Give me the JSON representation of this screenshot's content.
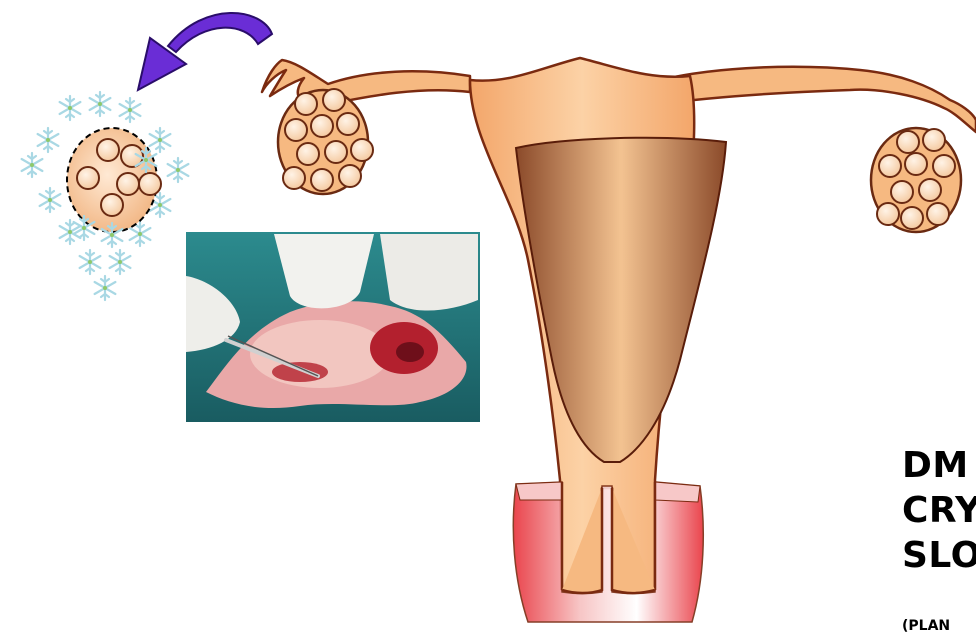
{
  "labels": {
    "line1": "DM",
    "line2": "CRY",
    "line3": "SLO",
    "line4": "(PLAN"
  },
  "icons": {
    "arrow": "curved-arrow-icon",
    "frozen_tissue": "frozen-ovarian-tissue-icon",
    "ovary": "ovary-follicles-icon",
    "uterus": "uterus-icon",
    "photo": "surgical-photo"
  },
  "colors": {
    "uterus_fill": "#f6b981",
    "uterus_outline": "#7a2a10",
    "cavity_dark": "#8b4a2a",
    "cavity_light": "#f3c391",
    "cervix": "#ef4a4a",
    "arrow": "#6a2dd6",
    "snowflake": "#9fd4e0",
    "follicle": "#fde1c8",
    "photo_background": "#1f6f73"
  }
}
